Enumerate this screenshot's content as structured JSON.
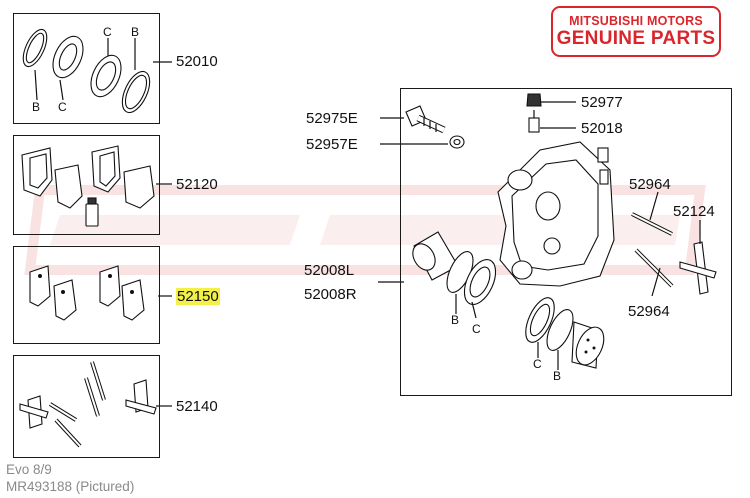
{
  "logo": {
    "brand": "MITSUBISHI MOTORS",
    "tagline": "GENUINE PARTS",
    "color": "#d9262c"
  },
  "part_numbers": {
    "seal_kit": "52010",
    "pad_set": "52120",
    "shim_kit": "52150",
    "pin_clip_kit": "52140",
    "bolt": "52975E",
    "washer": "52957E",
    "bleeder_cap": "52977",
    "bleeder_screw": "52018",
    "pad_pin_upper": "52964",
    "pad_pin_lower": "52964",
    "clip": "52124",
    "piston_left": "52008L",
    "piston_right": "52008R"
  },
  "callouts": {
    "b": "B",
    "c": "C"
  },
  "footer": {
    "model": "Evo 8/9",
    "part_ref": "MR493188  (Pictured)"
  },
  "colors": {
    "highlight": "#f3f04a",
    "watermark": "#f2c6c6"
  }
}
